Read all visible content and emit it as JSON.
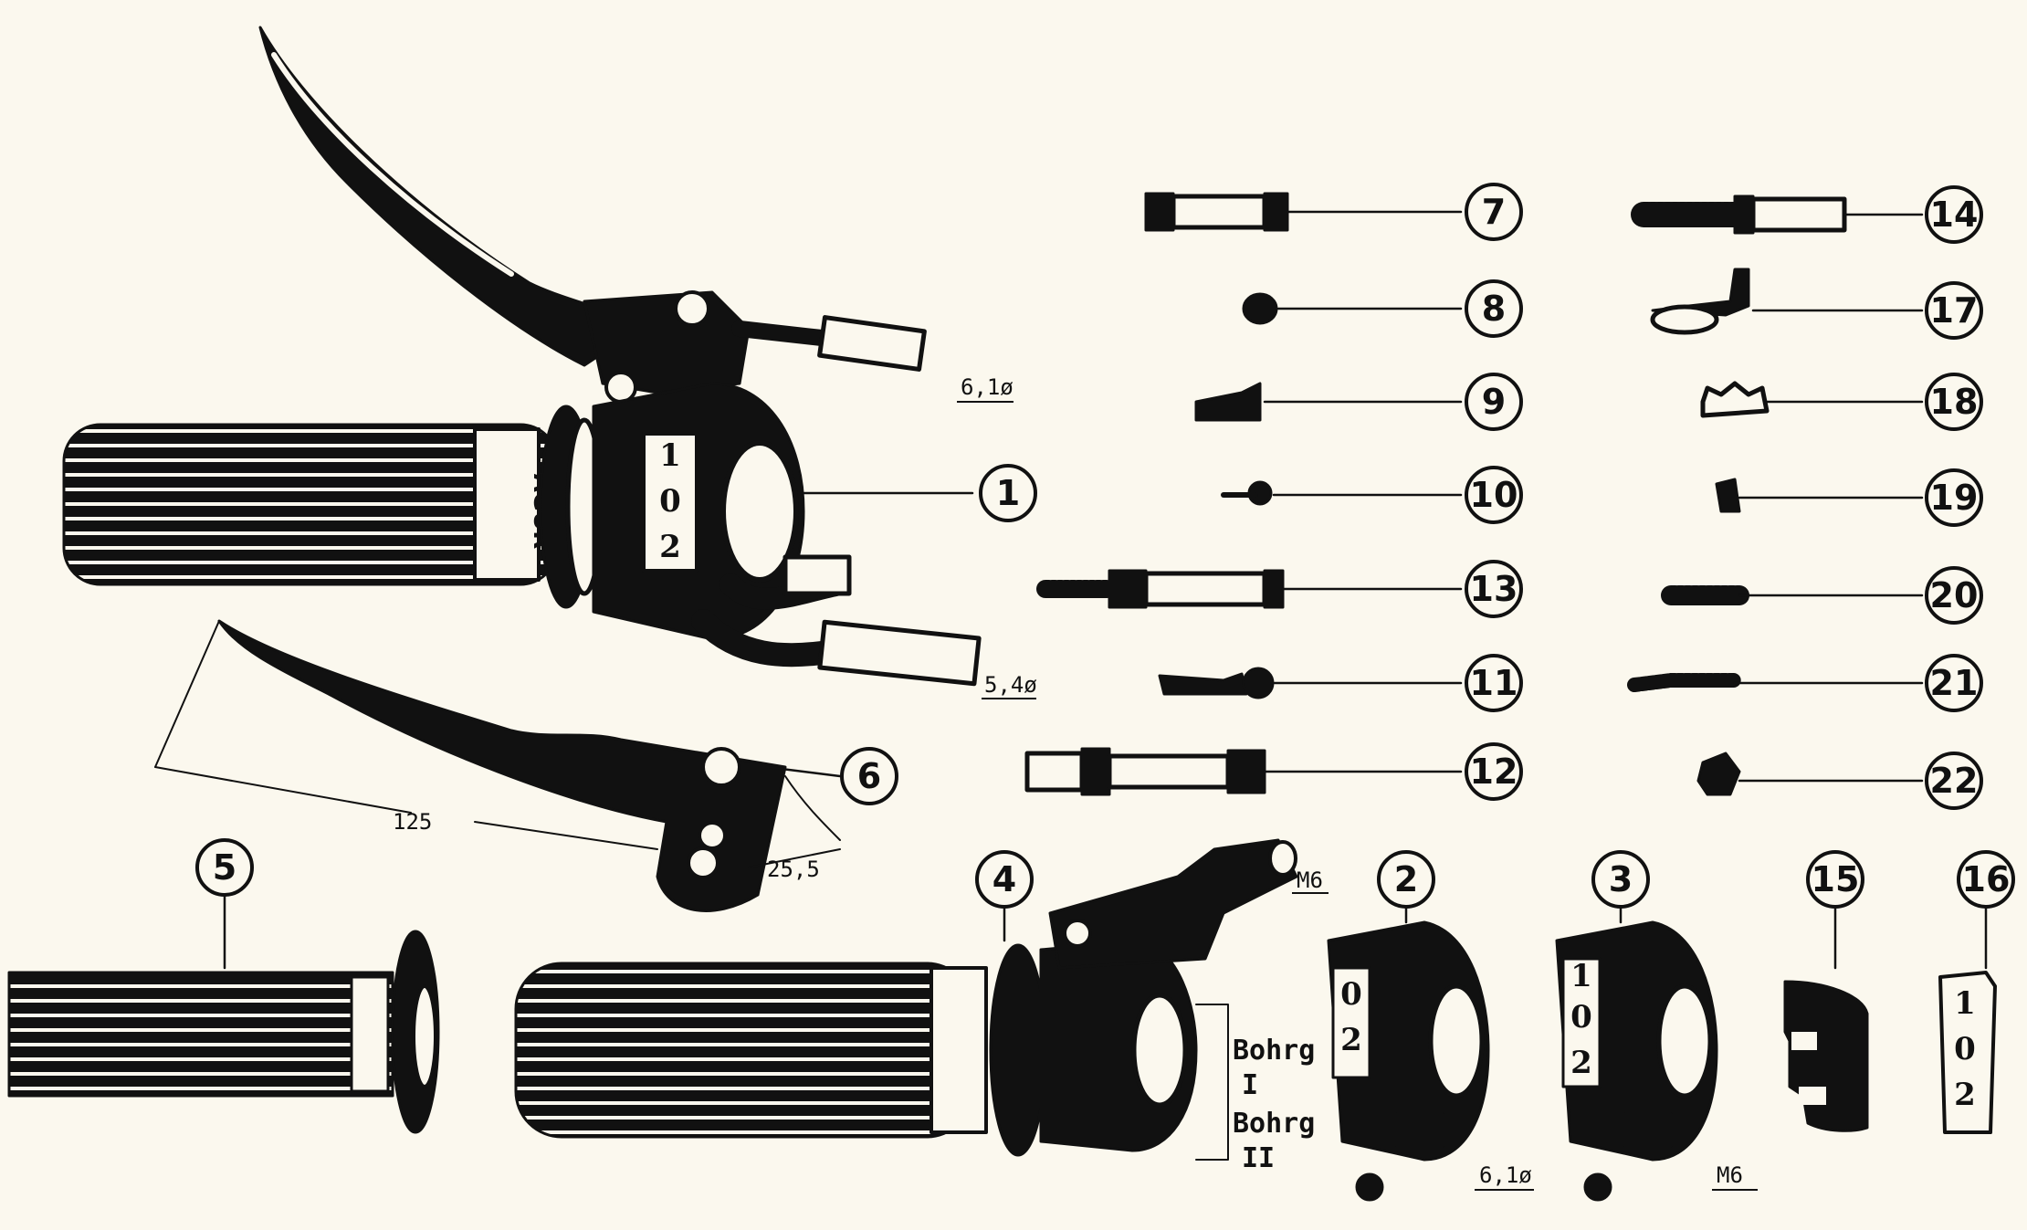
{
  "parts": [
    {
      "id": "1",
      "label": "1"
    },
    {
      "id": "2",
      "label": "2"
    },
    {
      "id": "3",
      "label": "3"
    },
    {
      "id": "4",
      "label": "4"
    },
    {
      "id": "5",
      "label": "5"
    },
    {
      "id": "6",
      "label": "6"
    },
    {
      "id": "7",
      "label": "7"
    },
    {
      "id": "8",
      "label": "8"
    },
    {
      "id": "9",
      "label": "9"
    },
    {
      "id": "10",
      "label": "10"
    },
    {
      "id": "11",
      "label": "11"
    },
    {
      "id": "12",
      "label": "12"
    },
    {
      "id": "13",
      "label": "13"
    },
    {
      "id": "14",
      "label": "14"
    },
    {
      "id": "15",
      "label": "15"
    },
    {
      "id": "16",
      "label": "16"
    },
    {
      "id": "17",
      "label": "17"
    },
    {
      "id": "18",
      "label": "18"
    },
    {
      "id": "19",
      "label": "19"
    },
    {
      "id": "20",
      "label": "20"
    },
    {
      "id": "21",
      "label": "21"
    },
    {
      "id": "22",
      "label": "22"
    }
  ],
  "dimensions": {
    "d1": "6,1ø",
    "d2": "5,4ø",
    "d3": "M6",
    "d4": "6,1ø",
    "d5": "M6",
    "lever_length": "125",
    "lever_offset": "25,5"
  },
  "annotations": {
    "bohrg1": "Bohrg",
    "bohrg1_num": "I",
    "bohrg2": "Bohrg",
    "bohrg2_num": "II"
  },
  "brand": "AGUR",
  "scale_marks": {
    "grip1": [
      "1",
      "0",
      "2"
    ],
    "part2": [
      "0",
      "2"
    ],
    "part3": [
      "1",
      "0",
      "2"
    ],
    "part16": [
      "1",
      "0",
      "2"
    ]
  }
}
